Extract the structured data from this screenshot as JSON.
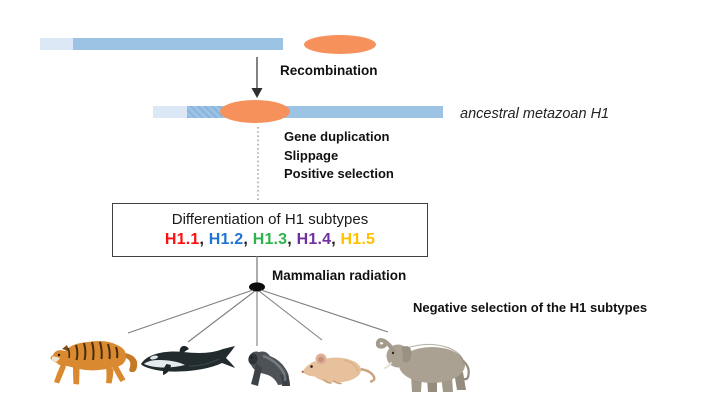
{
  "diagram": {
    "recombination_label": "Recombination",
    "ancestral_label": "ancestral metazoan H1",
    "process_labels": [
      "Gene duplication",
      "Slippage",
      "Positive selection"
    ],
    "box": {
      "title": "Differentiation of H1 subtypes",
      "separator": ", ",
      "subtypes": [
        {
          "label": "H1.1",
          "color": "#ff0f0f"
        },
        {
          "label": "H1.2",
          "color": "#1f74d4"
        },
        {
          "label": "H1.3",
          "color": "#2eb34a"
        },
        {
          "label": "H1.4",
          "color": "#7030a0"
        },
        {
          "label": "H1.5",
          "color": "#ffc000"
        }
      ]
    },
    "mammalian_radiation_label": "Mammalian radiation",
    "negative_selection_label": "Negative selection of the H1 subtypes",
    "animals": [
      {
        "name": "tiger"
      },
      {
        "name": "orca"
      },
      {
        "name": "gorilla"
      },
      {
        "name": "mouse"
      },
      {
        "name": "elephant"
      }
    ],
    "colors": {
      "bar_light": "#dce8f6",
      "bar_blue": "#9cc3e4",
      "gene_ellipse": "#f6915c",
      "connector_gray": "#7f7f7f",
      "text": "#111111"
    }
  }
}
